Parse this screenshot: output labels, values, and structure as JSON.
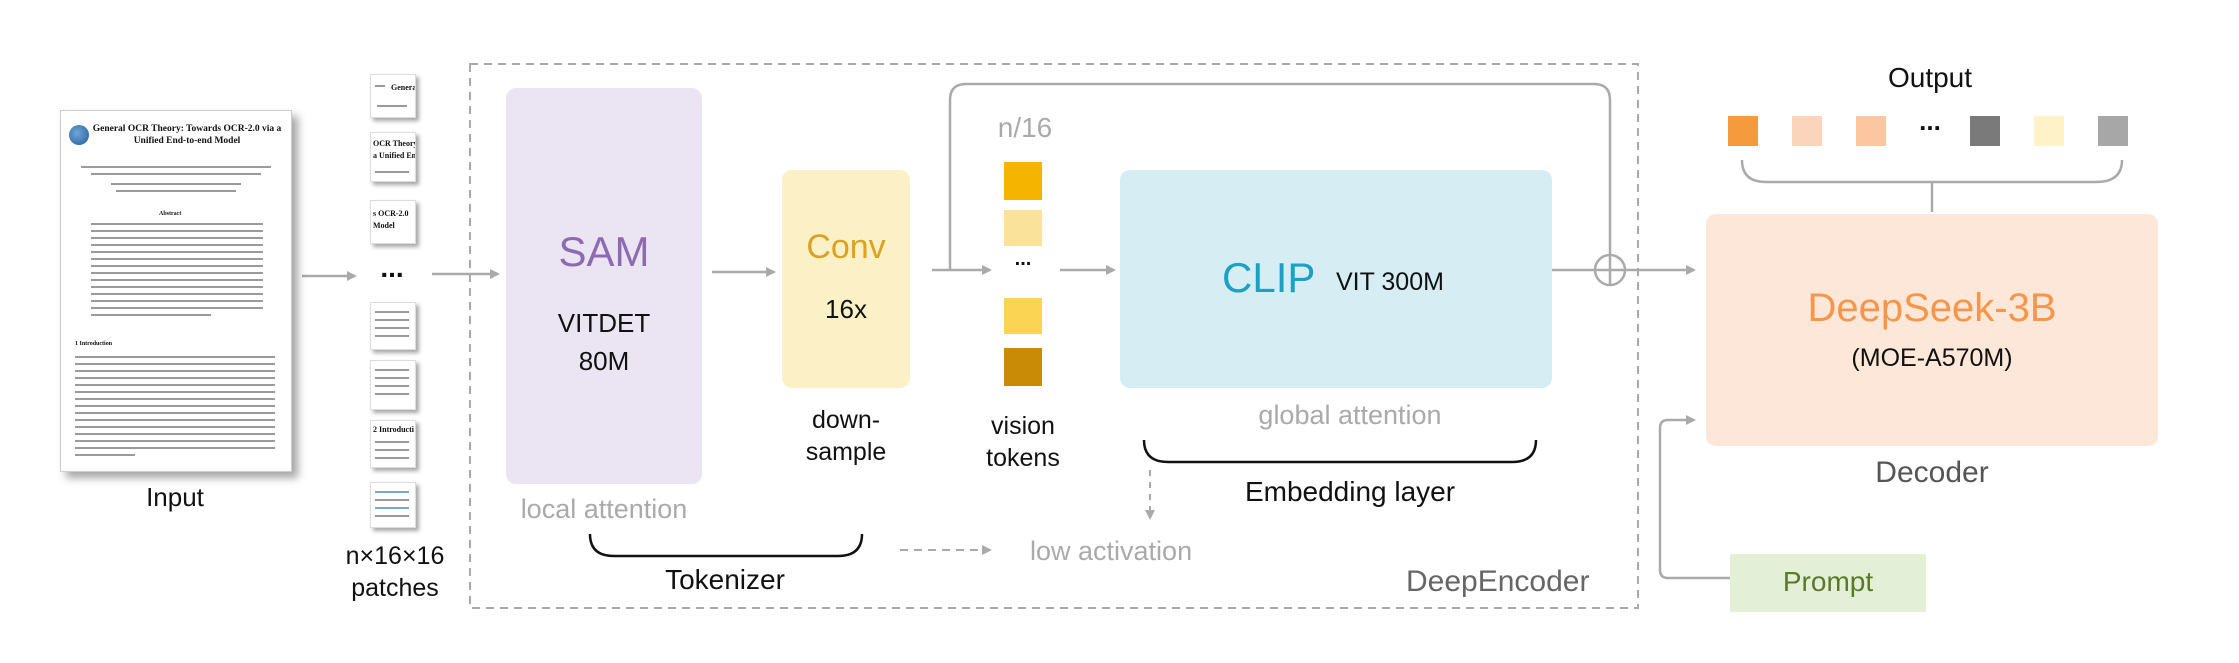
{
  "input": {
    "label": "Input",
    "doc_title": "General OCR Theory: Towards OCR-2.0 via a Unified End-to-end Model",
    "abstract_heading": "Abstract",
    "intro_heading": "1    Introduction"
  },
  "patches": {
    "label": "n×16×16\npatches",
    "ellipsis": "...",
    "fragments": [
      "Genera",
      "OCR Theory:",
      "a Unified End",
      "s OCR-2.0",
      "Model",
      "2    Introducti"
    ]
  },
  "encoder": {
    "name": "DeepEncoder",
    "sam": {
      "title": "SAM",
      "sub": "VITDET\n80M",
      "caption": "local attention"
    },
    "tokenizer_label": "Tokenizer",
    "conv": {
      "title": "Conv",
      "sub": "16x",
      "caption": "down-\nsample"
    },
    "vision_tokens": {
      "count_label": "n/16",
      "ellipsis": "...",
      "caption": "vision\ntokens",
      "colors": [
        "#f5b400",
        "#fbe29a",
        "#fbd454",
        "#c98a05"
      ]
    },
    "clip": {
      "title": "CLIP",
      "sub": "VIT 300M",
      "caption": "global attention"
    },
    "embedding_label": "Embedding layer",
    "low_activation": "low activation"
  },
  "decoder": {
    "title": "DeepSeek-3B",
    "sub": "(MOE-A570M)",
    "label": "Decoder",
    "prompt": "Prompt",
    "output_label": "Output",
    "output_ellipsis": "...",
    "output_colors": [
      "#f59b3e",
      "#fbd4bc",
      "#fbc6a0",
      "#7a7a7a",
      "#fdf2c8",
      "#a7a7a7"
    ]
  },
  "colors": {
    "sam_bg": "#ebe4f3",
    "sam_text": "#8e6bb0",
    "conv_bg": "#fcf0c6",
    "conv_text": "#d9a321",
    "clip_bg": "#d6eef3",
    "clip_text": "#1ca0c4",
    "decoder_bg": "#fde7d8",
    "decoder_text": "#f7964a",
    "prompt_bg": "#e3efd7",
    "prompt_text": "#5a7a2a",
    "arrow": "#aaaaaa",
    "caption_gray": "#aaaaaa"
  }
}
